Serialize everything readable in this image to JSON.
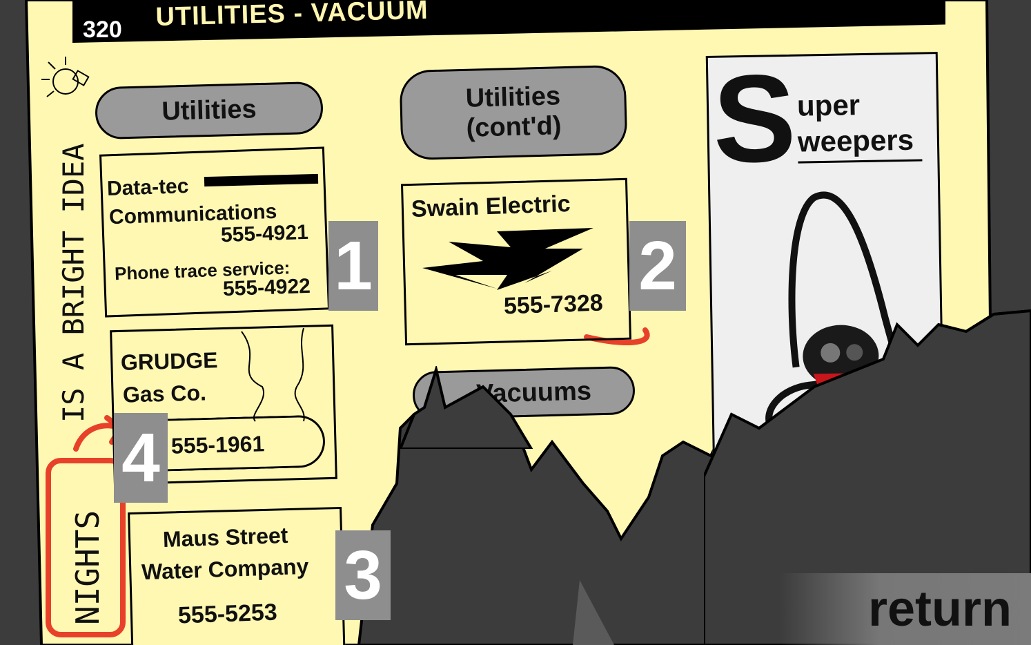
{
  "header": {
    "number": "320",
    "title": "UTILITIES - VACUUM"
  },
  "columns": {
    "left_heading": "Utilities",
    "middle_heading_line1": "Utilities",
    "middle_heading_line2": "(cont'd)",
    "vacuums_heading": "Vacuums"
  },
  "listings": {
    "datatec": {
      "line1": "Data-tec",
      "line2": "Communications",
      "phone": "555-4921",
      "service_label": "Phone trace service:",
      "service_phone": "555-4922"
    },
    "swain": {
      "name": "Swain Electric",
      "phone": "555-7328"
    },
    "grudge": {
      "line1": "GRUDGE",
      "line2": "Gas Co.",
      "phone": "555-1961"
    },
    "maus": {
      "line1": "Maus Street",
      "line2": "Water Company",
      "phone": "555-5253"
    }
  },
  "ad": {
    "big_letter": "S",
    "word1": "uper",
    "word2": "weepers"
  },
  "scribble": {
    "bright_idea": "IS A BRIGHT IDEA",
    "nights": "NIGHTS"
  },
  "clues": {
    "c1": "1",
    "c2": "2",
    "c3": "3",
    "c4": "4"
  },
  "return_label": "return",
  "colors": {
    "paper": "#fff8b3",
    "marker": "#e8412a",
    "clue_bg": "#8e8e8e",
    "torn": "#3c3c3c"
  }
}
